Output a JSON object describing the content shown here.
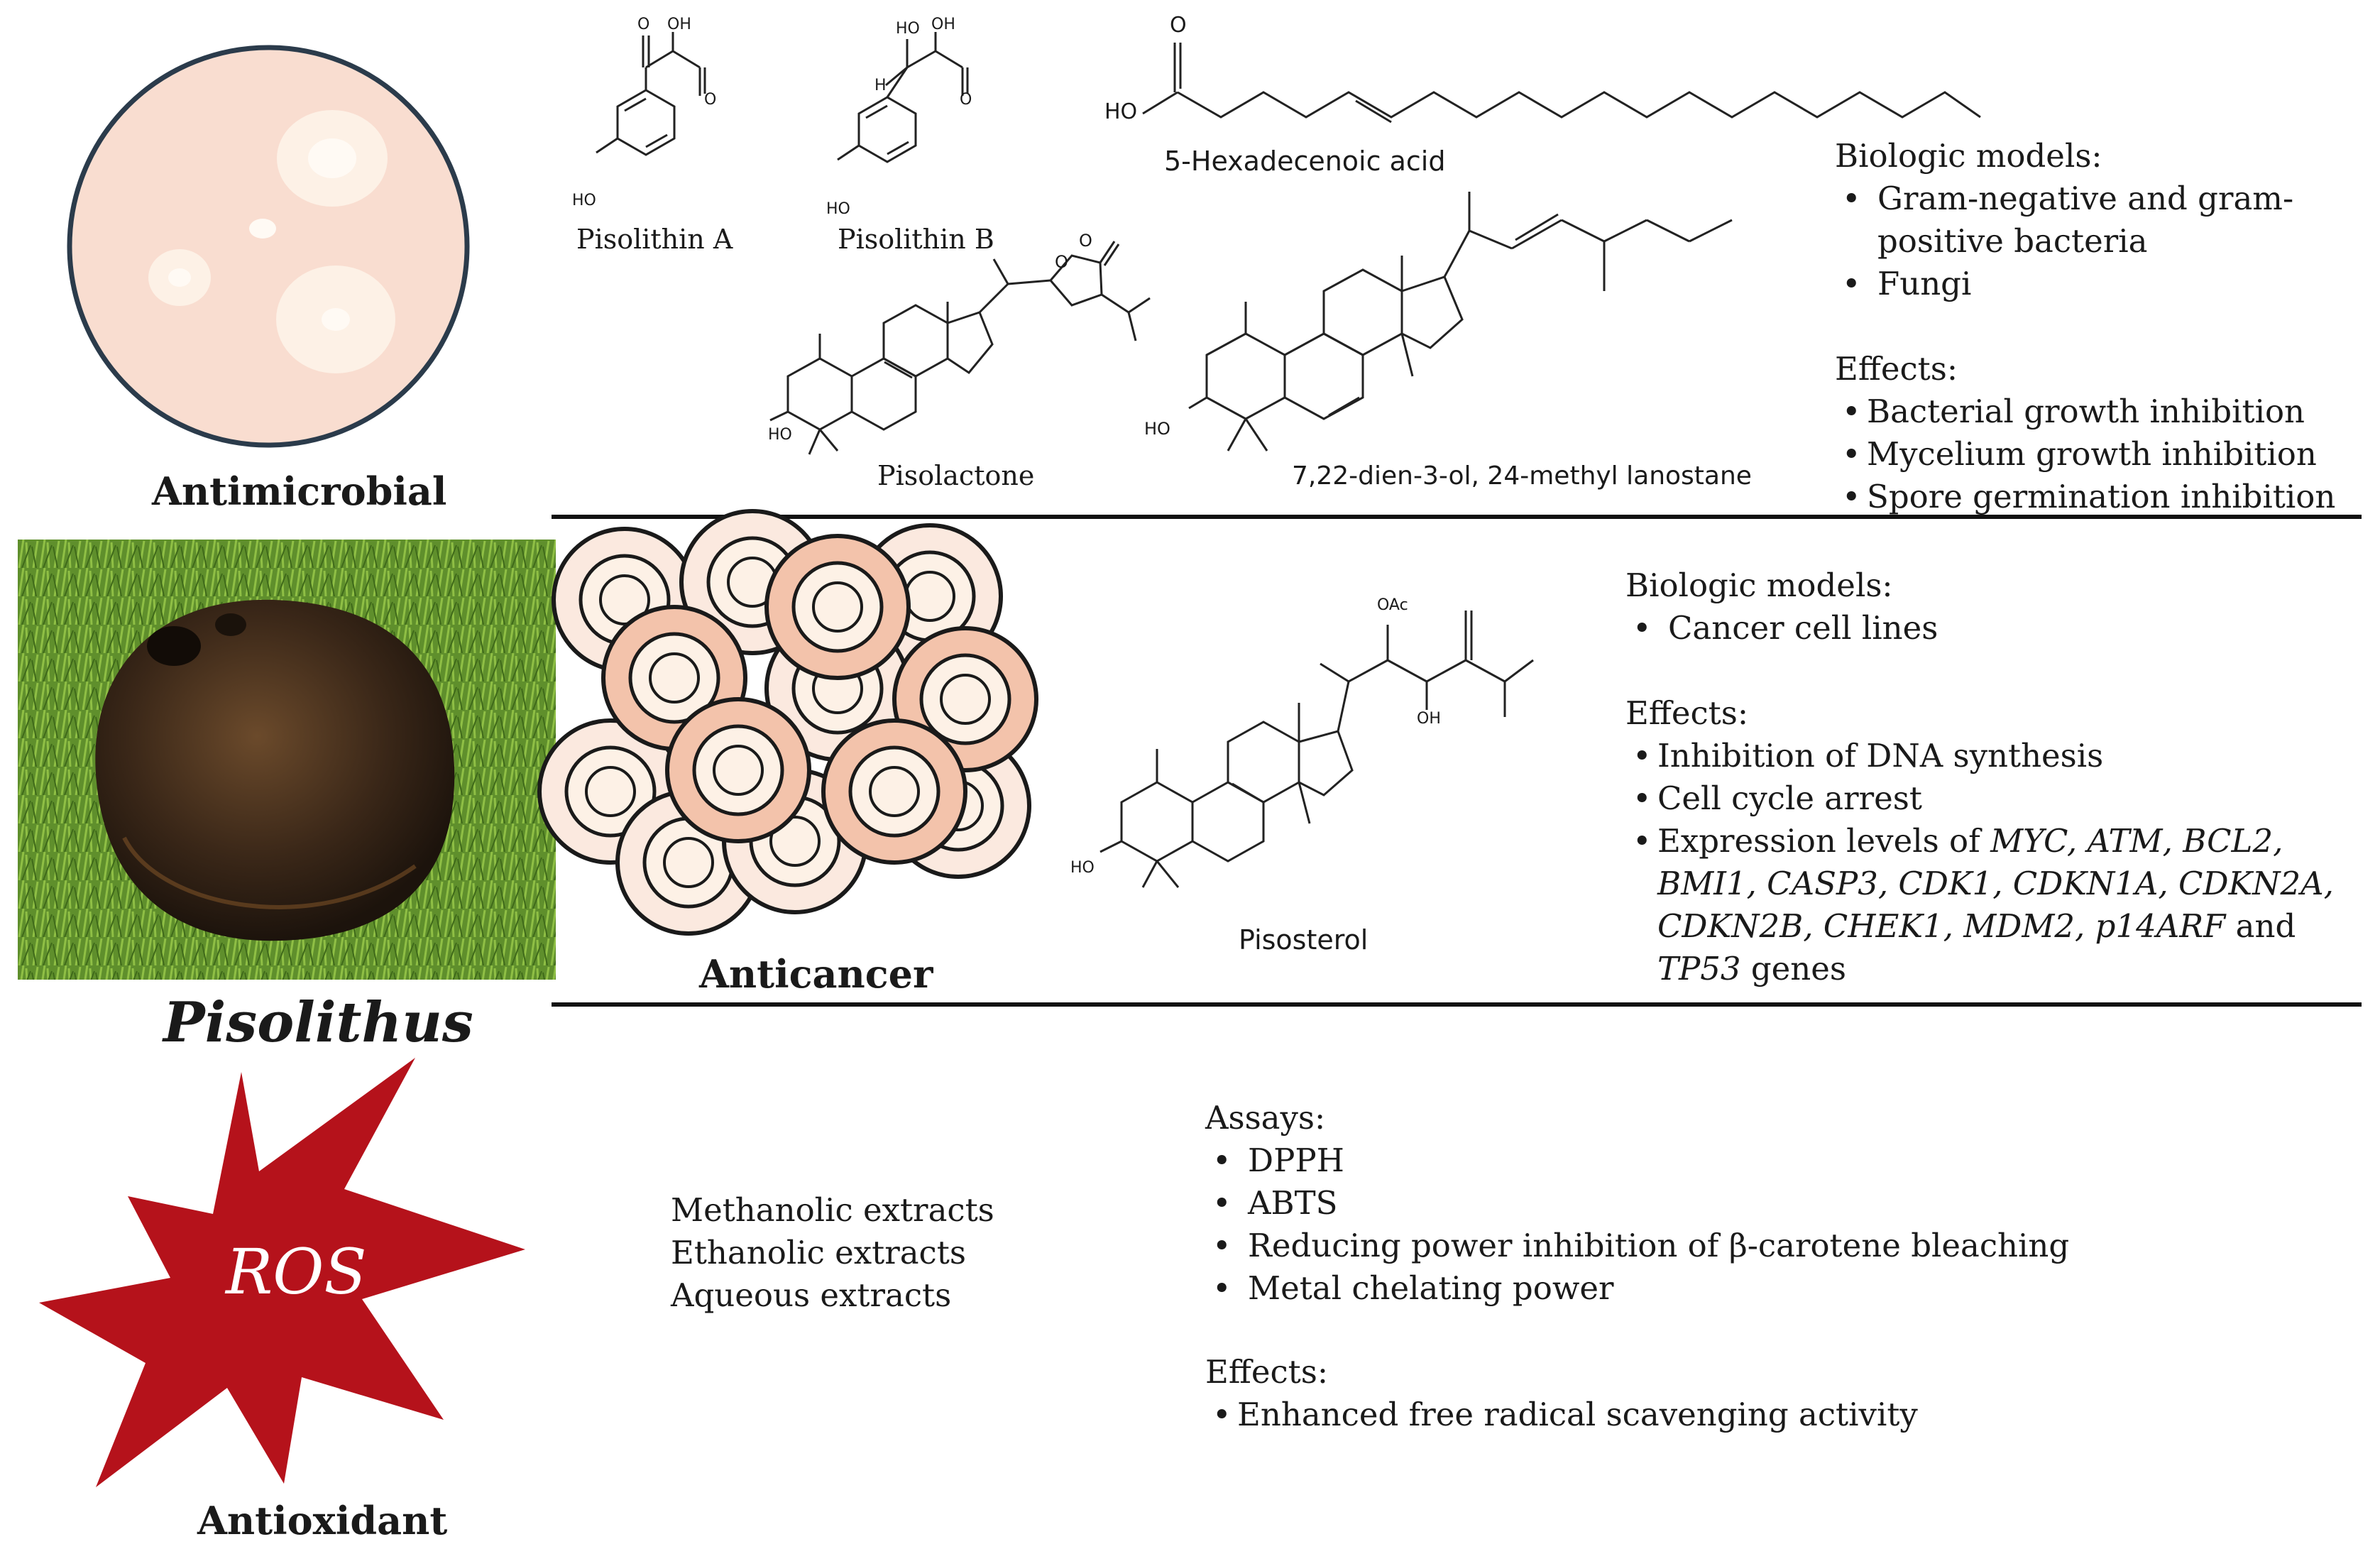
{
  "center": {
    "genus": "Pisolithus"
  },
  "antimicrobial": {
    "heading": "Antimicrobial",
    "compounds": {
      "pisolithin_a": "Pisolithin A",
      "pisolithin_b": "Pisolithin B",
      "hexadecenoic": "5-Hexadecenoic acid",
      "pisolactone": "Pisolactone",
      "lanostane": "7,22-dien-3-ol, 24-methyl lanostane"
    },
    "atoms": {
      "oh": "OH",
      "ho": "HO",
      "o": "O",
      "h": "H"
    },
    "models_title": "Biologic models:",
    "models": [
      "Gram-negative and gram-",
      "positive  bacteria",
      "Fungi"
    ],
    "effects_title": "Effects:",
    "effects": [
      "Bacterial growth inhibition",
      "Mycelium growth inhibition",
      "Spore germination inhibition"
    ]
  },
  "anticancer": {
    "heading": "Anticancer",
    "compound": "Pisosterol",
    "atoms": {
      "oac": "OAc",
      "oh": "OH",
      "ho": "HO"
    },
    "models_title": "Biologic models:",
    "models": [
      "Cancer cell lines"
    ],
    "effects_title": "Effects:",
    "effects": [
      "Inhibition of DNA synthesis",
      "Cell cycle arrest"
    ],
    "expression": {
      "prefix": "Expression levels of ",
      "line1": "MYC, ATM, BCL2,",
      "line2": "BMI1, CASP3, CDK1, CDKN1A, CDKN2A,",
      "line3_italic": "CDKN2B, CHEK1, MDM2, p14ARF",
      "line3_tail": " and",
      "line4_italic": "TP53",
      "line4_tail": " genes"
    }
  },
  "antioxidant": {
    "heading": "Antioxidant",
    "star_text": "ROS",
    "extracts": [
      "Methanolic  extracts",
      "Ethanolic extracts",
      "Aqueous  extracts"
    ],
    "assays_title": "Assays:",
    "assays": [
      "DPPH",
      "ABTS",
      "Reducing  power  inhibition  of  β-carotene  bleaching",
      "Metal  chelating  power"
    ],
    "effects_title": "Effects:",
    "effects": [
      "Enhanced  free  radical  scavenging  activity"
    ]
  },
  "colors": {
    "dish_fill": "#f9ddd0",
    "colony": "#fdf1e6",
    "cell_pink": "#f3c3ab",
    "cell_light": "#fbe9df",
    "star_red": "#b5121b",
    "line": "#111111"
  }
}
